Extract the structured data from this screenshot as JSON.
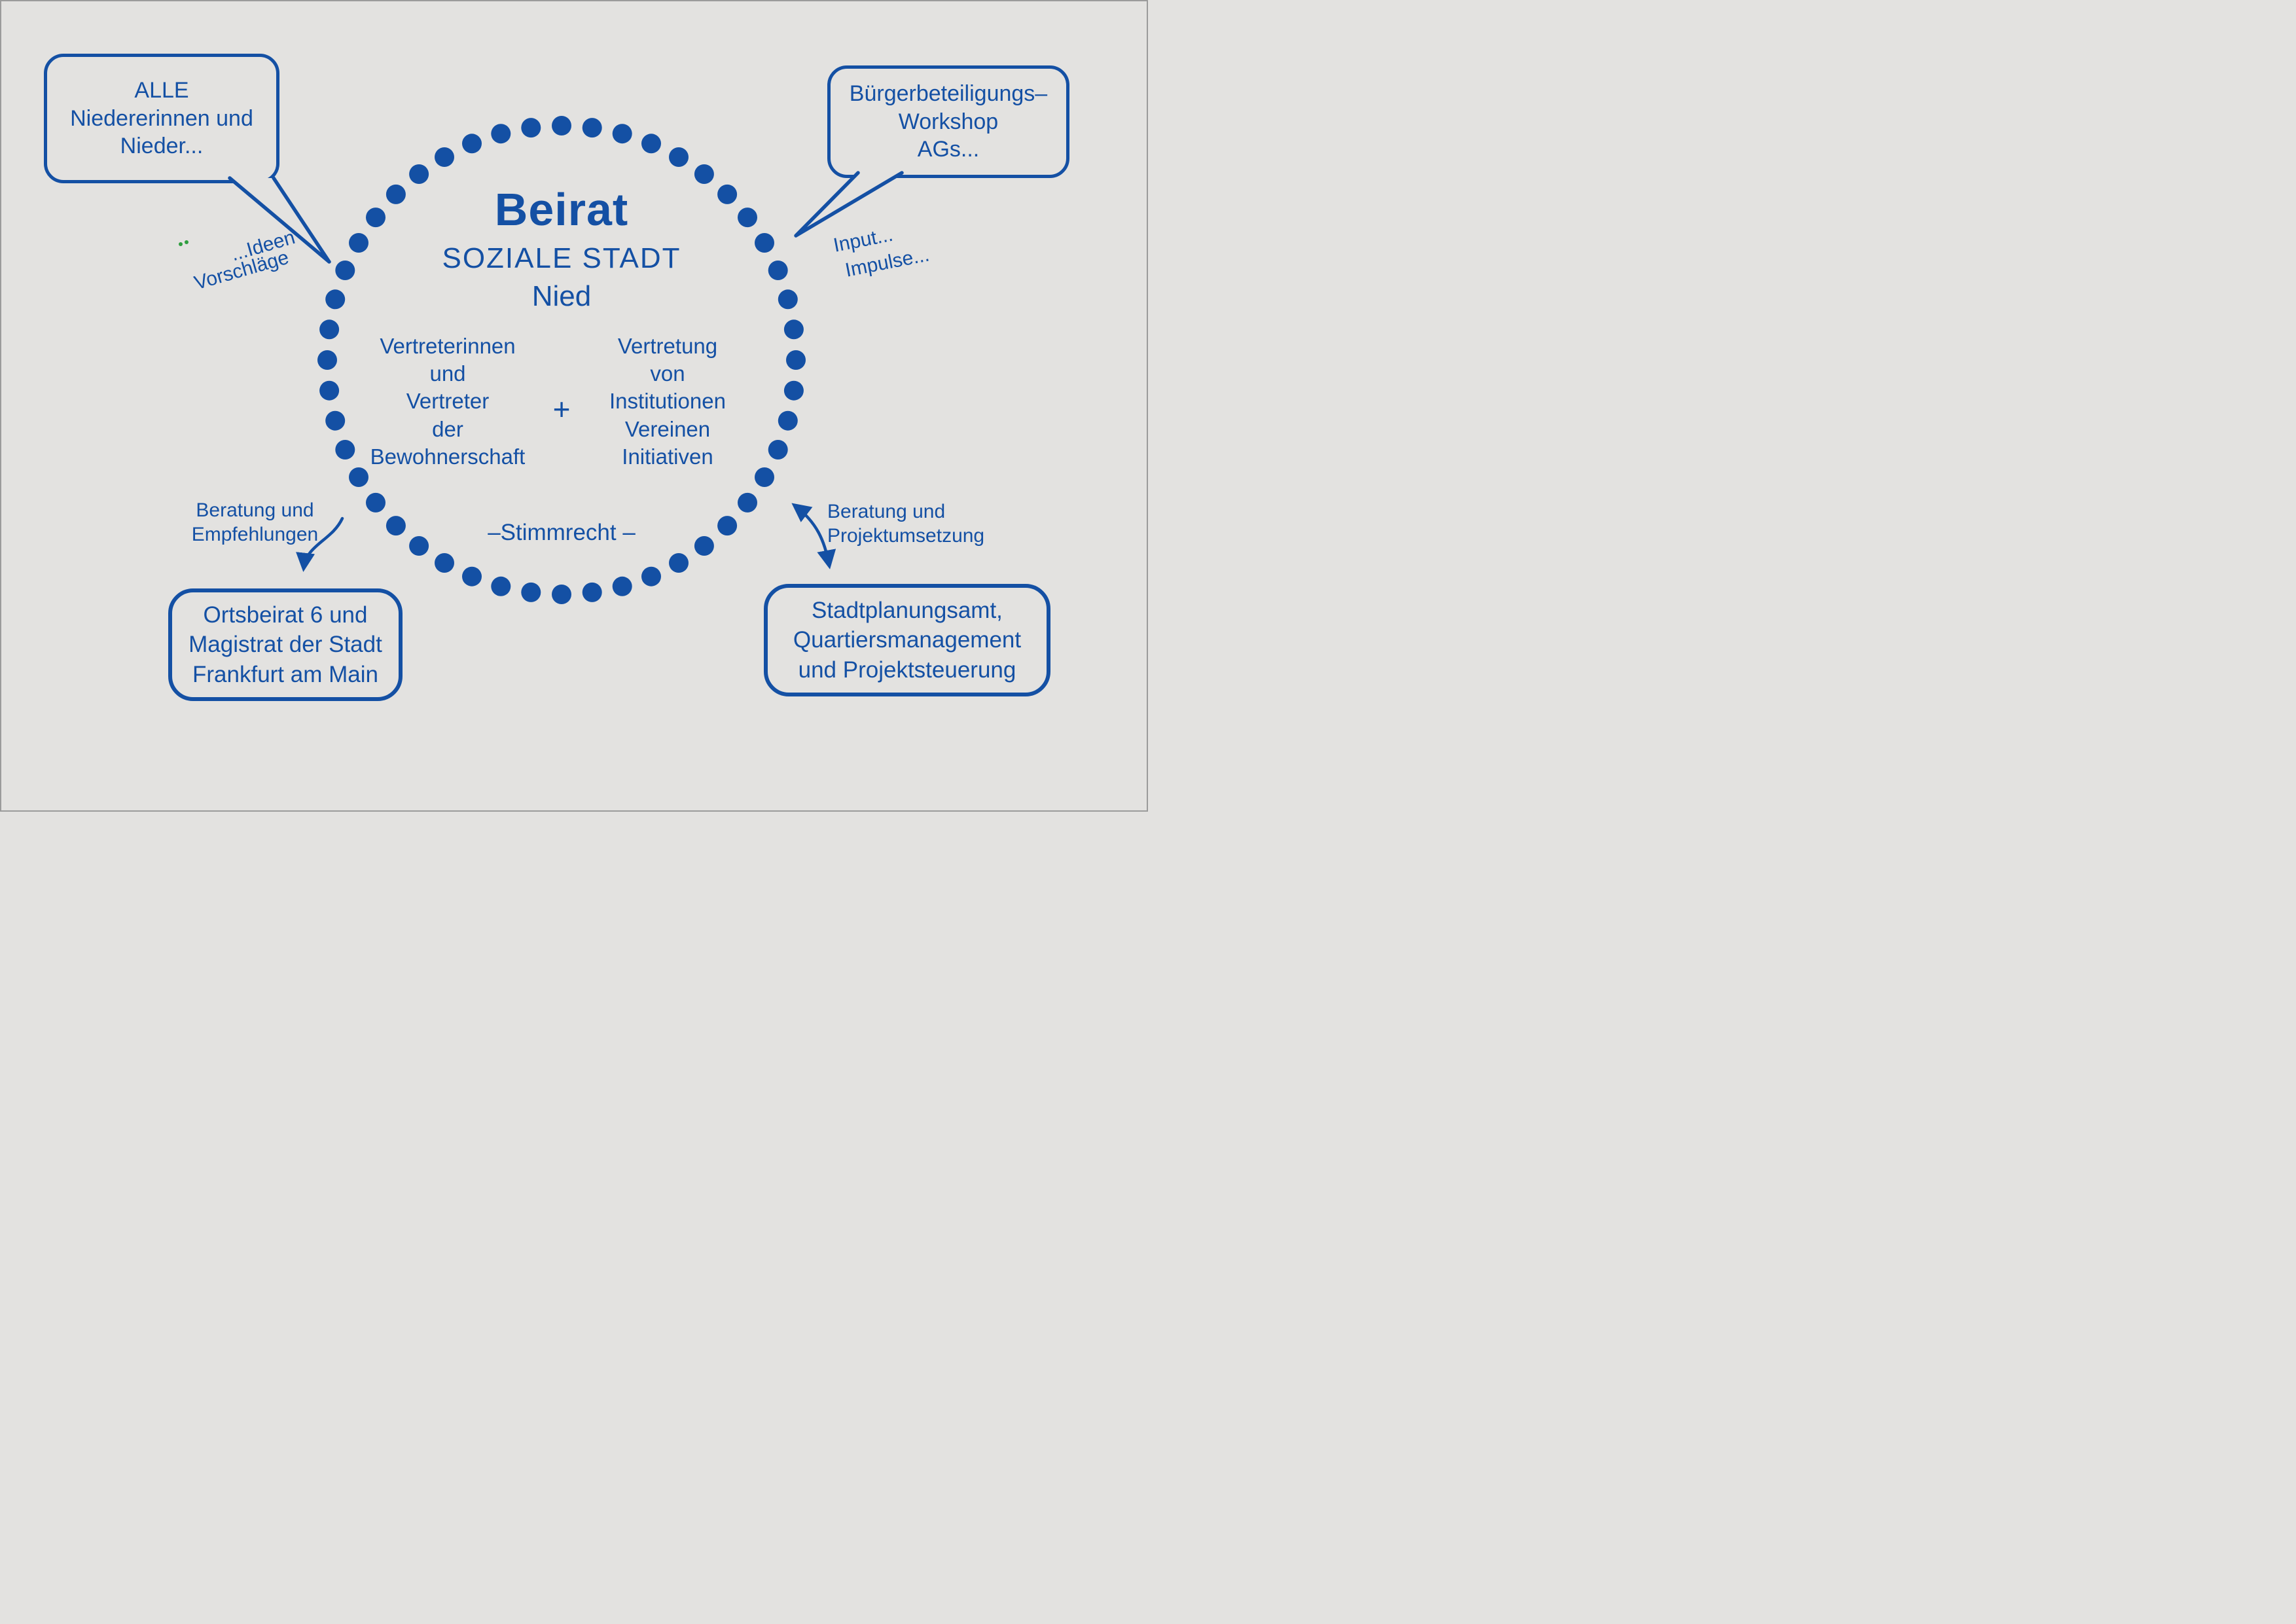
{
  "colors": {
    "blue": "#1450a4",
    "background": "#e3e2e0",
    "green": "#2f9e3f"
  },
  "ring": {
    "dot_count": 48
  },
  "center": {
    "title": "Beirat",
    "subtitle_line1": "SOZIALE STADT",
    "subtitle_line2": "Nied",
    "left_column": [
      "Vertreterinnen",
      "und",
      "Vertreter",
      "der",
      "Bewohnerschaft"
    ],
    "plus_sign": "+",
    "right_column": [
      "Vertretung",
      "von",
      "Institutionen",
      "Vereinen",
      "Initiativen"
    ],
    "voting_note": "–Stimmrecht  –"
  },
  "bubbles": {
    "top_left": {
      "lines": [
        "ALLE",
        "Niedererinnen und",
        "Nieder..."
      ]
    },
    "top_right": {
      "lines": [
        "Bürgerbeteiligungs–",
        "Workshop",
        "AGs..."
      ]
    },
    "bottom_left": {
      "lines": [
        "Ortsbeirat 6 und",
        "Magistrat der Stadt",
        "Frankfurt am Main"
      ]
    },
    "bottom_right": {
      "lines": [
        "Stadtplanungsamt,",
        "Quartiersmanagement",
        "und Projektsteuerung"
      ]
    }
  },
  "labels": {
    "ideen": "...Ideen",
    "vorschlaege": "Vorschläge",
    "input": "Input...",
    "impulse": "Impulse...",
    "advice_left": [
      "Beratung und",
      "Empfehlungen"
    ],
    "advice_right": [
      "Beratung und",
      "Projektumsetzung"
    ]
  }
}
